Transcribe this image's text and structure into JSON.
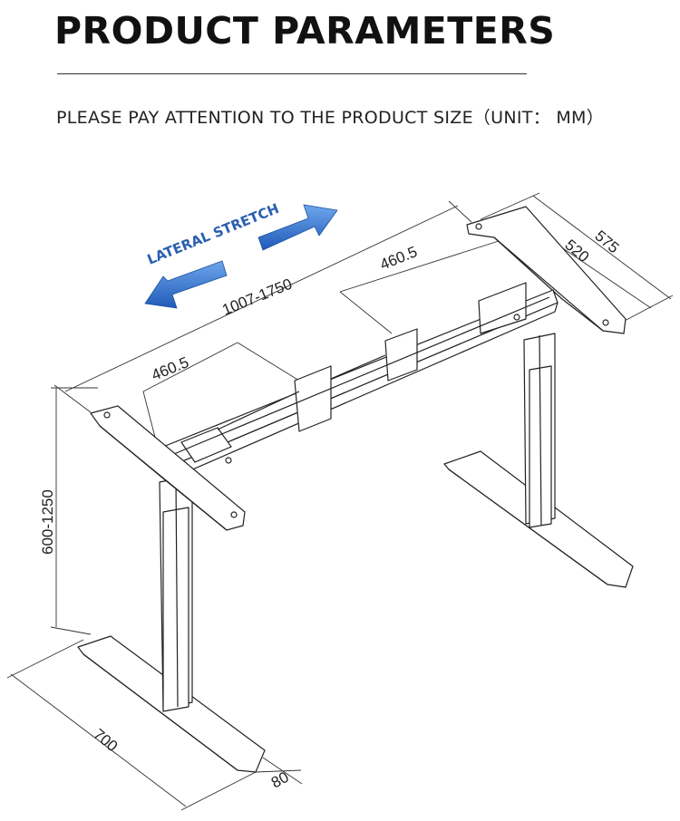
{
  "header": {
    "title": "PRODUCT PARAMETERS",
    "subtitle": "PLEASE PAY ATTENTION TO THE PRODUCT SIZE（UNIT： MM）"
  },
  "diagram": {
    "stretch_label": "LATERAL STRETCH",
    "arrow_color": "#2d6fd0",
    "dimensions": {
      "width_range": "1007-1750",
      "frame_left": "460.5",
      "frame_right": "460.5",
      "depth_outer": "575",
      "depth_inner": "520",
      "height_range": "600-1250",
      "foot_length": "700",
      "foot_width": "80"
    }
  }
}
